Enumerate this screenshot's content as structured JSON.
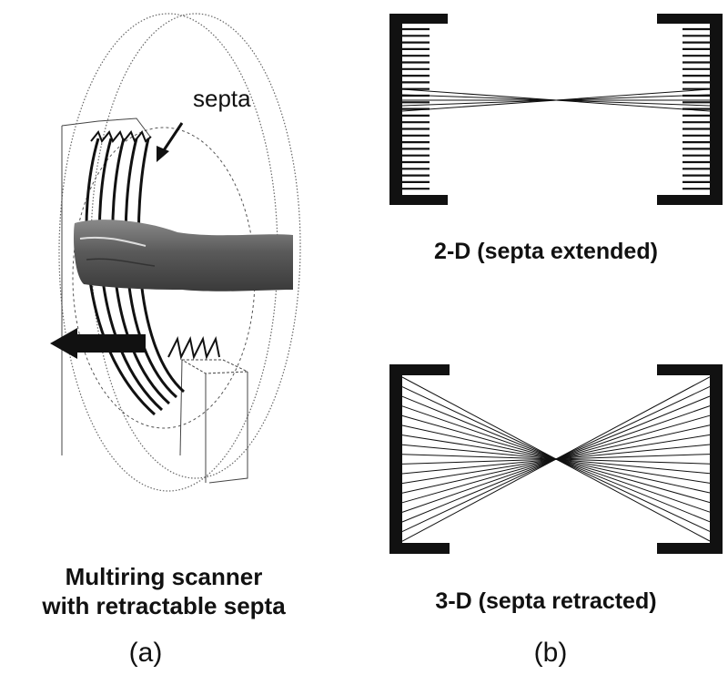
{
  "panel_a": {
    "septa_label": "septa",
    "caption_line1": "Multiring scanner",
    "caption_line2": "with retractable septa",
    "panel_label": "(a)"
  },
  "panel_b": {
    "top_caption": "2-D  (septa extended)",
    "bottom_caption": "3-D  (septa retracted)",
    "panel_label": "(b)"
  }
}
